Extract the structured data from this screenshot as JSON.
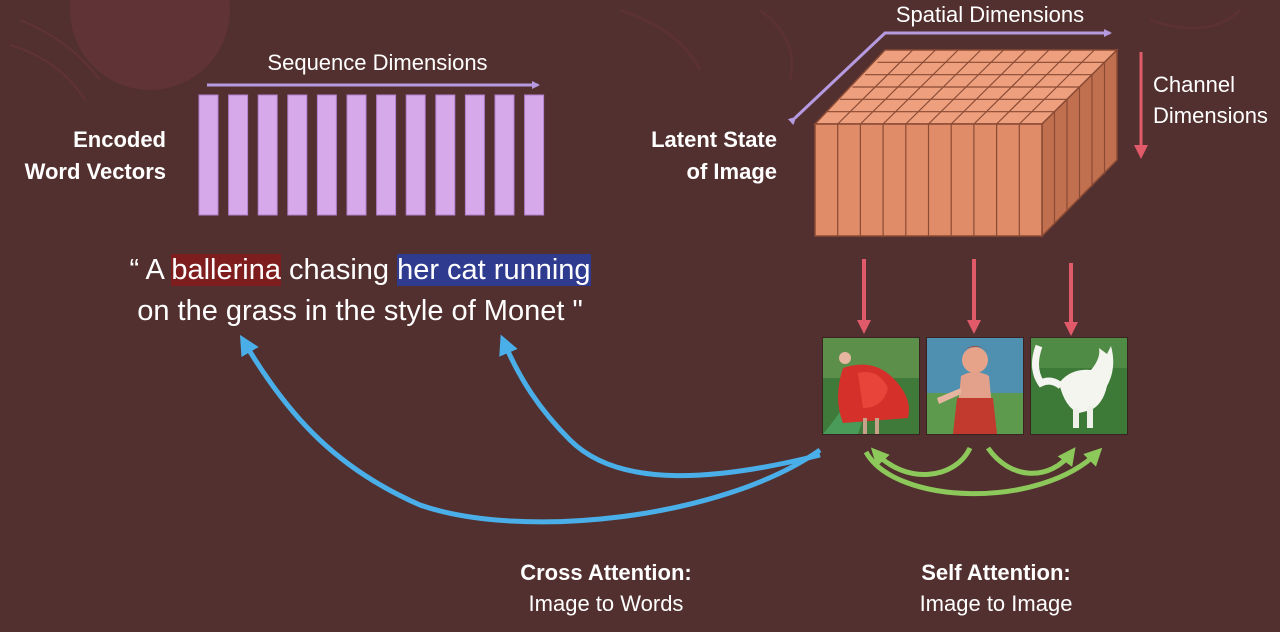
{
  "labels": {
    "sequence_dimensions": "Sequence Dimensions",
    "encoded_word_vectors_line1": "Encoded",
    "encoded_word_vectors_line2": "Word Vectors",
    "spatial_dimensions": "Spatial Dimensions",
    "channel_dimensions_line1": "Channel",
    "channel_dimensions_line2": "Dimensions",
    "latent_state_line1": "Latent State",
    "latent_state_line2": "of Image",
    "cross_attention_title": "Cross Attention:",
    "cross_attention_sub": "Image to Words",
    "self_attention_title": "Self Attention:",
    "self_attention_sub": "Image to Image"
  },
  "prompt": {
    "open_quote": "“ A ",
    "word_ballerina": "ballerina",
    "middle": " chasing ",
    "phrase_her_cat": "her cat running",
    "line2": "on the grass in the style of Monet \""
  },
  "word_vectors": {
    "count": 12
  },
  "image_tiles": [
    "ballerina red dress",
    "dancer portrait",
    "white cat running"
  ],
  "colors": {
    "background": "#52302f",
    "word_vector_fill": "#d6a9ea",
    "cube_front": "#e08c68",
    "cube_top": "#eea07e",
    "cube_side": "#c0704f",
    "cube_grid": "#8a4a34",
    "sequence_arrow": "#b59ae0",
    "channel_arrow": "#e05a6a",
    "down_arrows": "#e05a6a",
    "cross_attention": "#4aaee8",
    "self_attention": "#8cc85a",
    "highlight_red": "#7d1d1d",
    "highlight_blue": "#2f3b8f"
  }
}
